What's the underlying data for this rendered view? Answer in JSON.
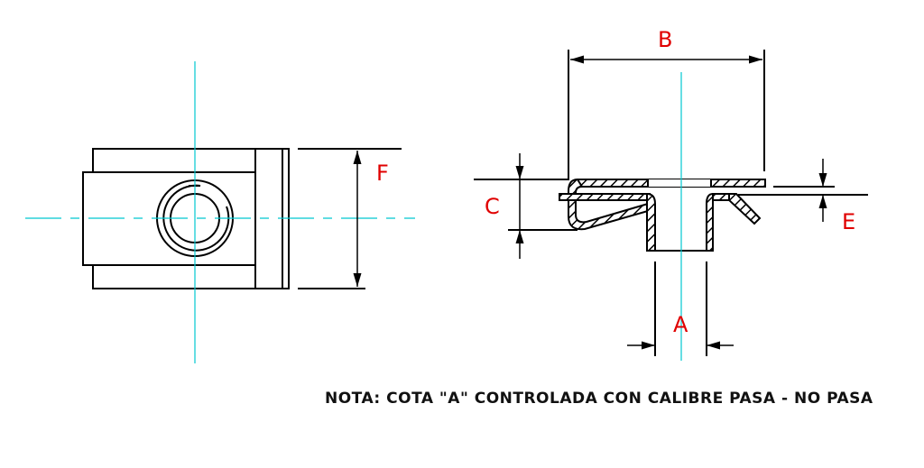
{
  "labels": {
    "dim_a": "A",
    "dim_b": "B",
    "dim_c": "C",
    "dim_e": "E",
    "dim_f": "F"
  },
  "note": "NOTA: COTA \"A\" CONTROLADA CON CALIBRE PASA - NO PASA",
  "colors": {
    "outline": "#000000",
    "centerline": "#00c8d0",
    "dimension_label": "#e00000"
  }
}
